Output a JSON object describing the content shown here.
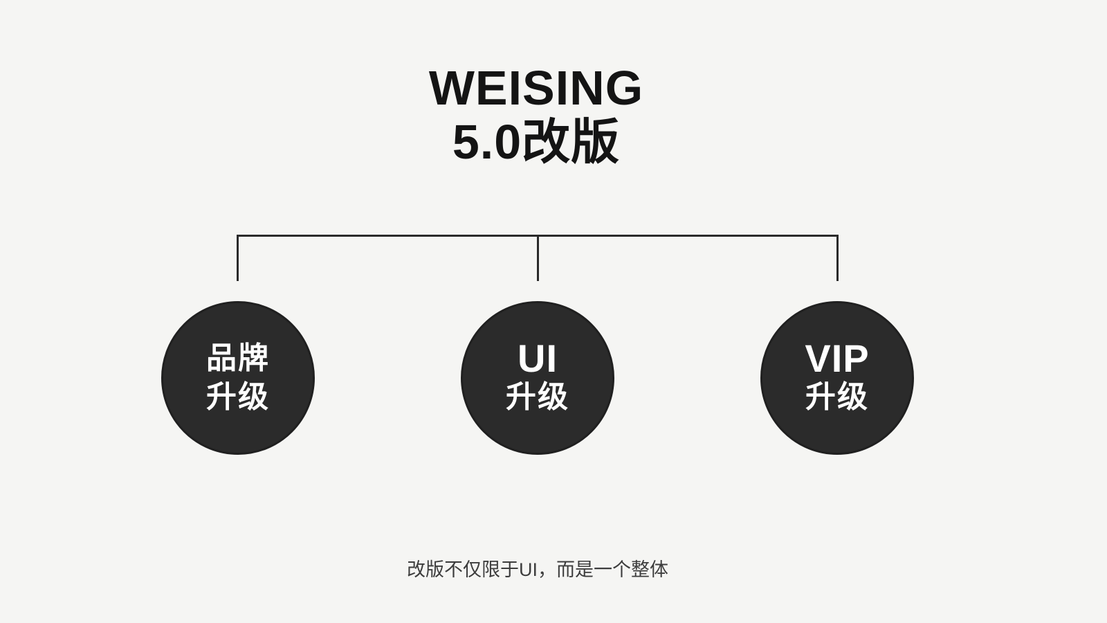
{
  "colors": {
    "background": "#f5f5f3",
    "title_text": "#141414",
    "connector_line": "#2a2a2a",
    "node_fill": "#2b2b2b",
    "node_border": "#202020",
    "node_text": "#ffffff",
    "caption_text": "#3d3d3d"
  },
  "title": {
    "line1": "WEISING",
    "line2": "5.0改版"
  },
  "tree": {
    "nodes": [
      {
        "line1": "品牌",
        "line2": "升级"
      },
      {
        "line1": "UI",
        "line2": "升级"
      },
      {
        "line1": "VIP",
        "line2": "升级"
      }
    ]
  },
  "caption": "改版不仅限于UI，而是一个整体"
}
